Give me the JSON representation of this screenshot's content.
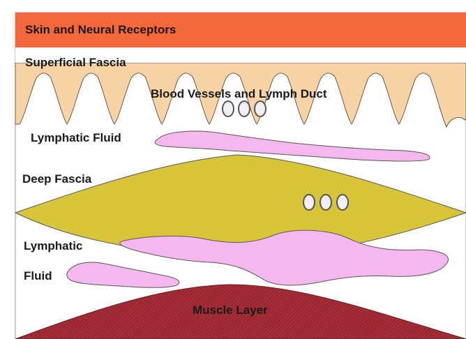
{
  "diagram": {
    "labels": {
      "skin": "Skin and Neural Receptors",
      "superficial_fascia": "Superficial Fascia",
      "blood_vessels": "Blood Vessels and Lymph Duct",
      "lymphatic_fluid_upper": "Lymphatic Fluid",
      "deep_fascia": "Deep Fascia",
      "lymphatic_lower_1": "Lymphatic",
      "lymphatic_lower_2": "Fluid",
      "muscle": "Muscle Layer"
    },
    "colors": {
      "skin": "#f4683c",
      "superficial_fascia": "#f8d3a6",
      "lymph": "#f4b8ef",
      "deep_fascia": "#d8c53a",
      "muscle": "#a32d36",
      "vessel_fill": "#f1eff5",
      "outline": "#333333"
    },
    "layers": [
      "skin",
      "superficial_fascia",
      "lymphatic_fluid",
      "deep_fascia",
      "lymphatic_fluid",
      "muscle_layer"
    ]
  }
}
